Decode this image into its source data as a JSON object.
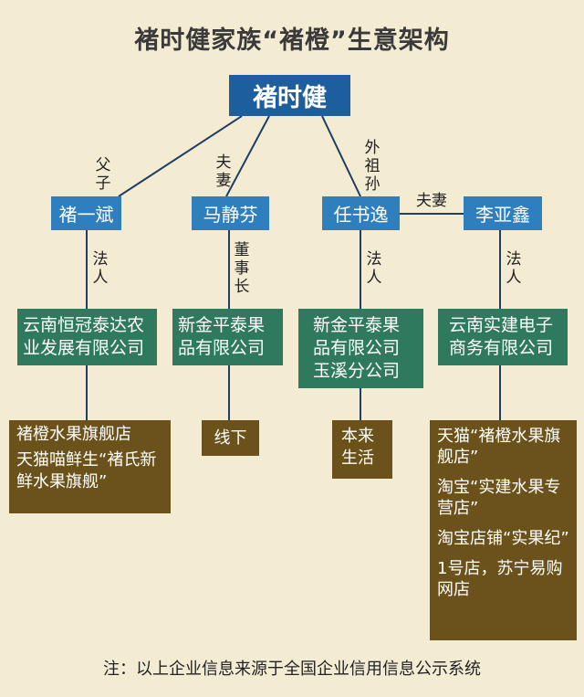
{
  "title": "褚时健家族“褚橙”生意架构",
  "root": "褚时健",
  "persons": {
    "p1": "褚一斌",
    "p2": "马静芬",
    "p3": "任书逸",
    "p4": "李亚鑫"
  },
  "relations": {
    "r1": "父\n子",
    "r2": "夫\n妻",
    "r3": "外\n祖\n孙",
    "r4": "夫妻"
  },
  "roles": {
    "c1": "法\n人",
    "c2": "董\n事\n长",
    "c3": "法\n人",
    "c4": "法\n人"
  },
  "companies": {
    "c1": "云南恒冠泰达农业发展有限公司",
    "c2": "新金平泰果品有限公司",
    "c3": "新金平泰果品有限公司玉溪分公司",
    "c4": "云南实建电子商务有限公司"
  },
  "channels": {
    "s1": [
      "褚橙水果旗舰店",
      "天猫喵鲜生“褚氏新鲜水果旗舰”"
    ],
    "s2": [
      "线下"
    ],
    "s3": [
      "本来生活"
    ],
    "s4": [
      "天猫“褚橙水果旗舰店”",
      "淘宝“实建水果专营店”",
      "淘宝店铺“实果纪”",
      "1号店，苏宁易购网店"
    ]
  },
  "note": "注：以上企业信息来源于全国企业信用信息公示系统",
  "colors": {
    "background": "#f3ecd3",
    "root": "#1d5e9e",
    "person": "#2f7fbe",
    "company": "#2f7a5e",
    "channel": "#6b521a",
    "line": "#1f3e66"
  }
}
